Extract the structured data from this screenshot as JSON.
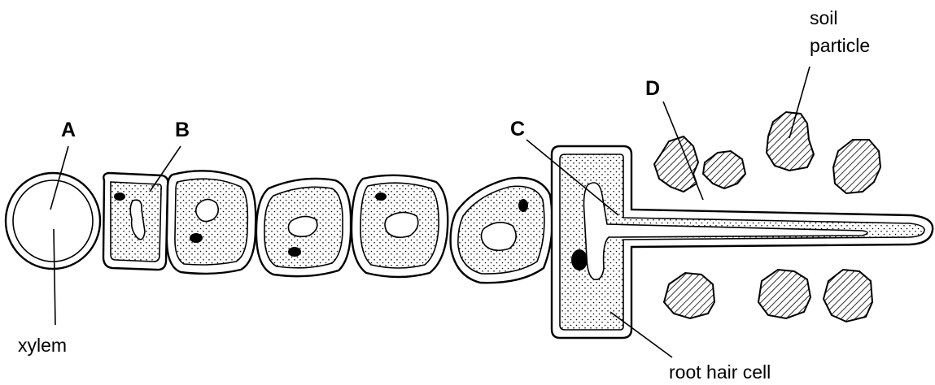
{
  "labels": {
    "a": "A",
    "b": "B",
    "c": "C",
    "d": "D",
    "xylem": "xylem",
    "soil_line1": "soil",
    "soil_line2": "particle",
    "root_hair_cell": "root hair cell"
  }
}
